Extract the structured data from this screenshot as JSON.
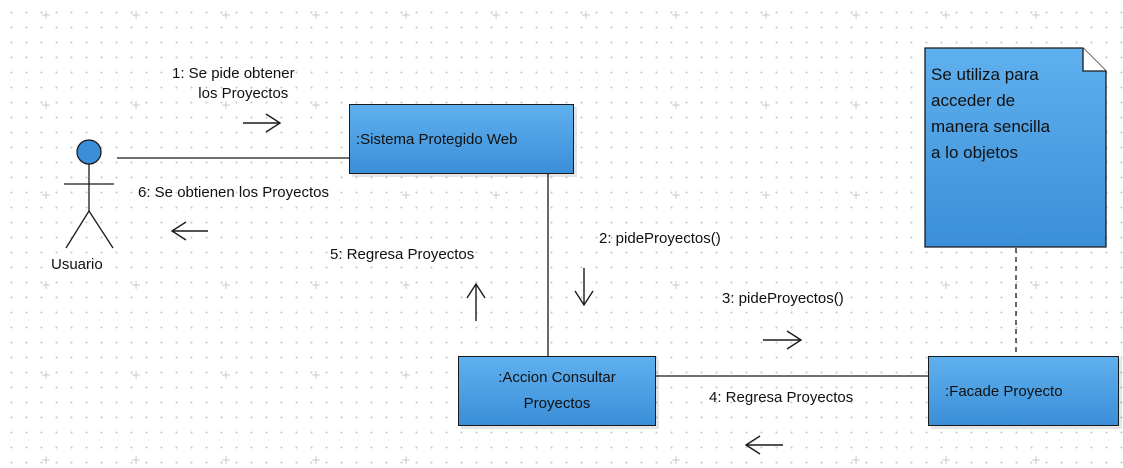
{
  "actor": {
    "label": "Usuario"
  },
  "objects": {
    "sistema": ":Sistema Protegido Web",
    "accion_line1": ":Accion Consultar",
    "accion_line2": "Proyectos",
    "facade": ":Facade Proyecto"
  },
  "messages": {
    "m1_line1": "1: Se pide obtener",
    "m1_line2": "los Proyectos",
    "m2": "2: pideProyectos()",
    "m3": "3: pideProyectos()",
    "m4": "4: Regresa Proyectos",
    "m5": "5: Regresa Proyectos",
    "m6": "6: Se obtienen los Proyectos"
  },
  "note": {
    "lines": [
      "Se utiliza para",
      "acceder de",
      "manera sencilla",
      "a lo objetos"
    ]
  },
  "colors": {
    "box_top": "#5fb0ee",
    "box_bottom": "#3b8fd8",
    "actor_head": "#3b8fd8",
    "line": "#1a1a1a"
  }
}
